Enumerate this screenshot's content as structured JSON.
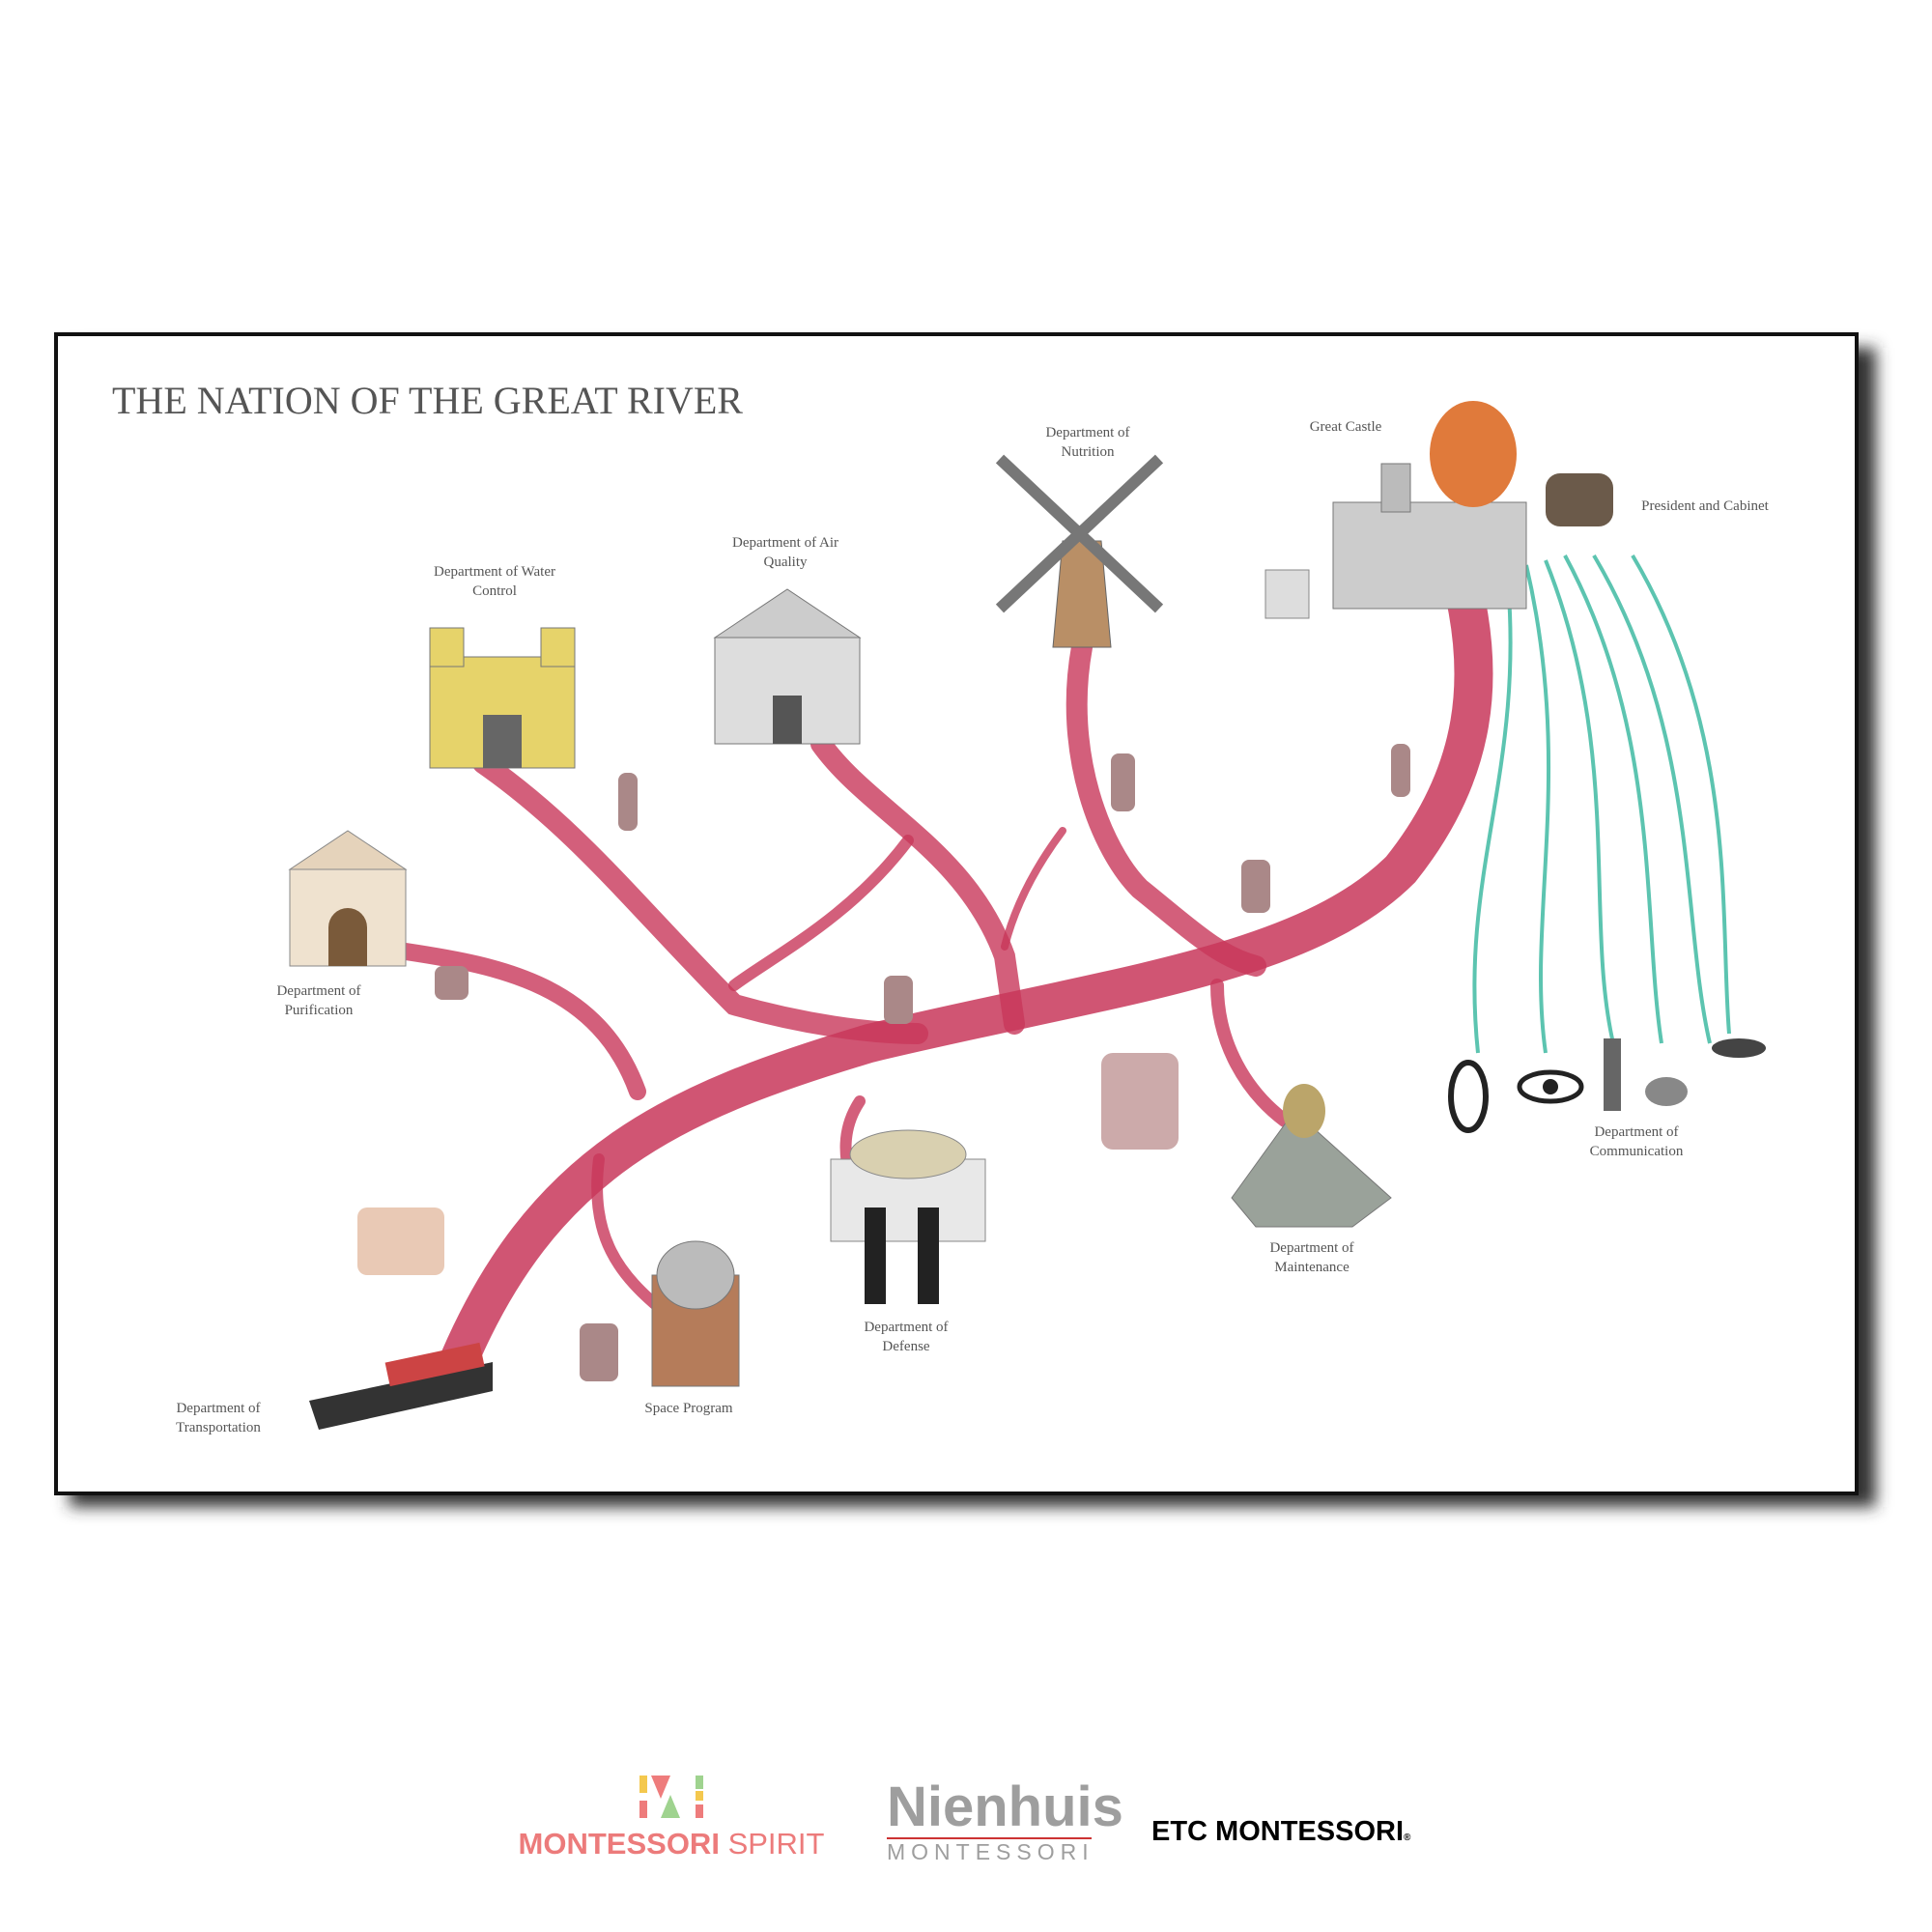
{
  "poster": {
    "title": "THE NATION OF THE GREAT RIVER",
    "labels": {
      "water": [
        "Department of Water",
        "Control"
      ],
      "air": [
        "Department of Air",
        "Quality"
      ],
      "nutrition": [
        "Department of",
        "Nutrition"
      ],
      "castle": "Great Castle",
      "president": "President and Cabinet",
      "purification": [
        "Department of",
        "Purification"
      ],
      "transportation": [
        "Department of",
        "Transportation"
      ],
      "space": "Space Program",
      "defense": [
        "Department of",
        "Defense"
      ],
      "maintenance": [
        "Department of",
        "Maintenance"
      ],
      "communication": [
        "Department of",
        "Communication"
      ]
    },
    "colors": {
      "river": "#c8375a",
      "nerves": "#5cc4b0",
      "frame": "#111111"
    }
  },
  "logos": {
    "montessori_spirit": {
      "bold": "MONTESSORI",
      "light": "SPIRIT"
    },
    "nienhuis": {
      "name": "Nienhuis",
      "sub": "MONTESSORI"
    },
    "etc": {
      "name": "ETC MONTESSORI",
      "mark": "®"
    }
  }
}
